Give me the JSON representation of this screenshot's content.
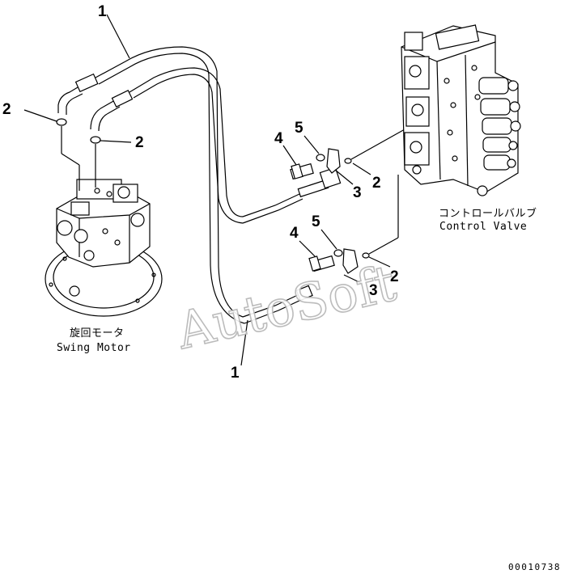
{
  "callouts": {
    "tube_top": "1",
    "tube_bottom": "1",
    "oring_motor_left": "2",
    "oring_motor_right": "2",
    "oring_valve_upper": "2",
    "oring_valve_lower": "2",
    "flange_upper": "3",
    "flange_lower": "3",
    "bolt_upper": "4",
    "bolt_lower": "4",
    "washer_upper": "5",
    "washer_lower": "5"
  },
  "captions": {
    "swing_motor_jp": "旋回モータ",
    "swing_motor_en": "Swing Motor",
    "control_valve_jp": "コントロールバルブ",
    "control_valve_en": "Control Valve"
  },
  "watermark": "AutoSoft",
  "doc_number": "00010738"
}
